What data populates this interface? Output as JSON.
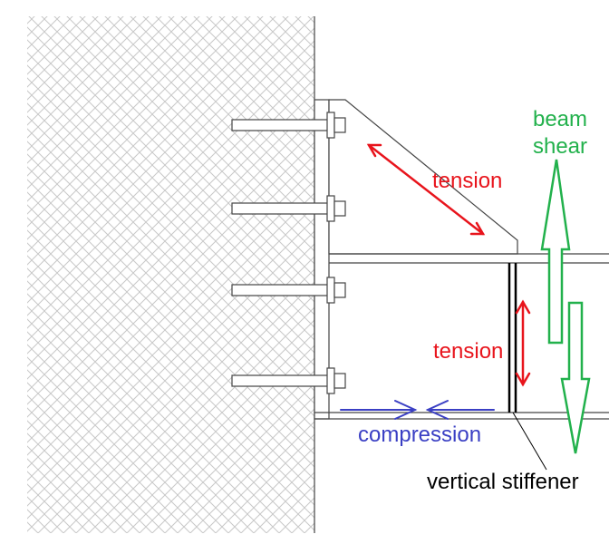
{
  "colors": {
    "tension": "#e8141c",
    "compression": "#3a3fc4",
    "shear": "#22b14c",
    "steel": "#444444",
    "ink": "#000000",
    "hatch": "#c8c8c8"
  },
  "labels": {
    "tension_diagonal": "tension",
    "tension_vertical": "tension",
    "beam_shear_line1": "beam",
    "beam_shear_line2": "shear",
    "compression": "compression",
    "stiffener": "vertical stiffener"
  },
  "icons": {
    "anchor_bolt": "anchor-bolt-icon",
    "arrow": "double-arrow-icon"
  }
}
